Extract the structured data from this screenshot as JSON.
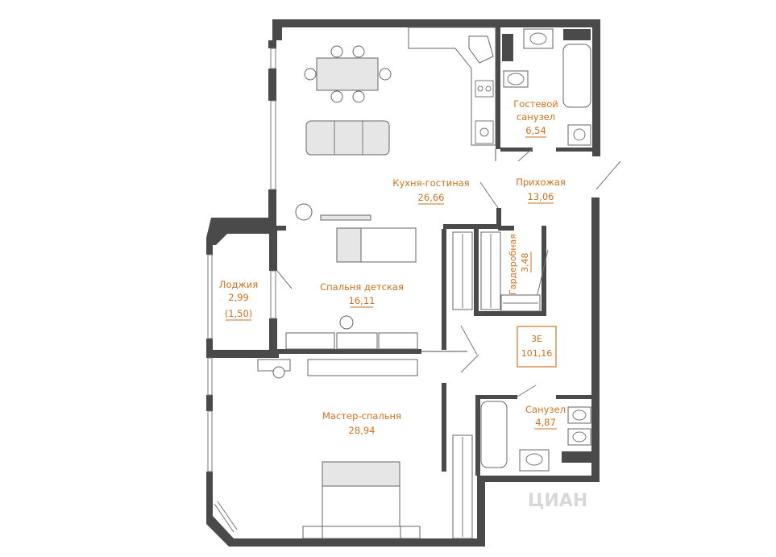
{
  "rooms": {
    "kitchen": {
      "name": "Кухня-гостиная",
      "area": "26,66"
    },
    "guest_bath": {
      "name_line1": "Гостевой",
      "name_line2": "санузел",
      "area": "6,54"
    },
    "hall": {
      "name": "Прихожая",
      "area": "13,06"
    },
    "wardrobe": {
      "name": "Гардеробная",
      "area": "3,48"
    },
    "kids_bedroom": {
      "name": "Спальня детская",
      "area": "16,11"
    },
    "loggia": {
      "name": "Лоджия",
      "area": "2,99",
      "area_reduced": "(1,50)"
    },
    "master_bedroom": {
      "name": "Мастер-спальня",
      "area": "28,94"
    },
    "bathroom": {
      "name": "Санузел",
      "area": "4,87"
    }
  },
  "apartment": {
    "code": "3Е",
    "total_area": "101,16"
  },
  "watermark": "ЦИАН",
  "colors": {
    "label": "#d4711b",
    "wall": "#4a4a4a"
  }
}
